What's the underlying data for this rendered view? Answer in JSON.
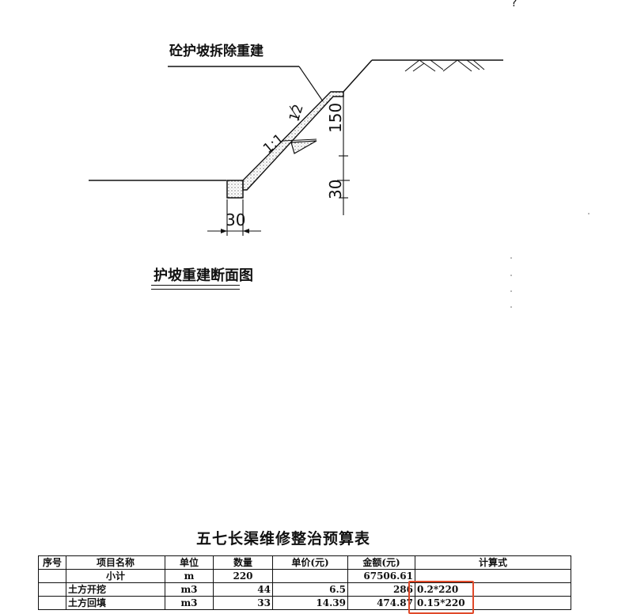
{
  "drawing": {
    "top_note": "砼护坡拆除重建",
    "section_title": "护坡重建断面图",
    "slope_ratio": "1:1",
    "thickness_label": "12",
    "dim_150": "150",
    "dim_30_vertical": "30",
    "dim_30_horizontal": "30",
    "corner_mark": "?"
  },
  "table": {
    "title": "五七长渠维修整治预算表",
    "headers": {
      "no": "序号",
      "name": "项目名称",
      "unit": "单位",
      "qty": "数量",
      "price": "单价(元)",
      "amount": "金额(元)",
      "formula": "计算式"
    },
    "rows": [
      {
        "no": "",
        "name": "小计",
        "unit": "m",
        "qty": "220",
        "price": "",
        "amount": "67506.61",
        "formula": ""
      },
      {
        "no": "",
        "name": "土方开挖",
        "unit": "m3",
        "qty": "44",
        "price": "6.5",
        "amount": "286",
        "formula": "0.2*220"
      },
      {
        "no": "",
        "name": "土方回填",
        "unit": "m3",
        "qty": "33",
        "price": "14.39",
        "amount": "474.87",
        "formula": "0.15*220"
      }
    ],
    "highlight_color": "#e04a2a"
  }
}
